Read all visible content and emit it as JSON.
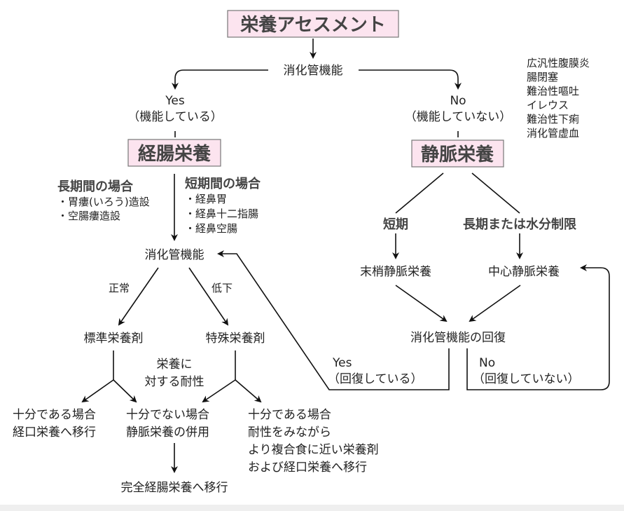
{
  "diagram": {
    "title": "栄養アセスメント",
    "colors": {
      "box_fill": "#fce4ef",
      "box_stroke": "#777777",
      "line": "#111111",
      "band": "#efefef"
    },
    "gi_function": "消化管機能",
    "yes_branch": {
      "label": "Yes",
      "sub": "（機能している）"
    },
    "no_branch": {
      "label": "No",
      "sub": "（機能していない）"
    },
    "contraindications": [
      "広汎性腹膜炎",
      "腸閉塞",
      "難治性嘔吐",
      "イレウス",
      "難治性下痢",
      "消化管虚血"
    ],
    "enteral": {
      "title": "経腸栄養",
      "long_term": {
        "heading": "長期間の場合",
        "items": [
          "・胃瘻(いろう)造設",
          "・空腸瘻造設"
        ]
      },
      "short_term": {
        "heading": "短期間の場合",
        "items": [
          "・経鼻胃",
          "・経鼻十二指腸",
          "・経鼻空腸"
        ]
      },
      "gi_function": "消化管機能",
      "normal": "正常",
      "decreased": "低下",
      "standard_formula": "標準栄養剤",
      "special_formula": "特殊栄養剤",
      "tolerance": [
        "栄養に",
        "対する耐性"
      ],
      "sufficient_left": [
        "十分である場合",
        "経口栄養へ移行"
      ],
      "insufficient": [
        "十分でない場合",
        "静脈栄養の併用"
      ],
      "sufficient_right": [
        "十分である場合",
        "耐性をみながら",
        "より複合食に近い栄養剤",
        "および経口栄養へ移行"
      ],
      "final": "完全経腸栄養へ移行"
    },
    "parenteral": {
      "title": "静脈栄養",
      "short": "短期",
      "long": "長期または水分制限",
      "peripheral": "末梢静脈栄養",
      "central": "中心静脈栄養",
      "recovery": "消化管機能の回復",
      "recovered": {
        "label": "Yes",
        "sub": "（回復している）"
      },
      "not_recovered": {
        "label": "No",
        "sub": "（回復していない）"
      }
    }
  }
}
